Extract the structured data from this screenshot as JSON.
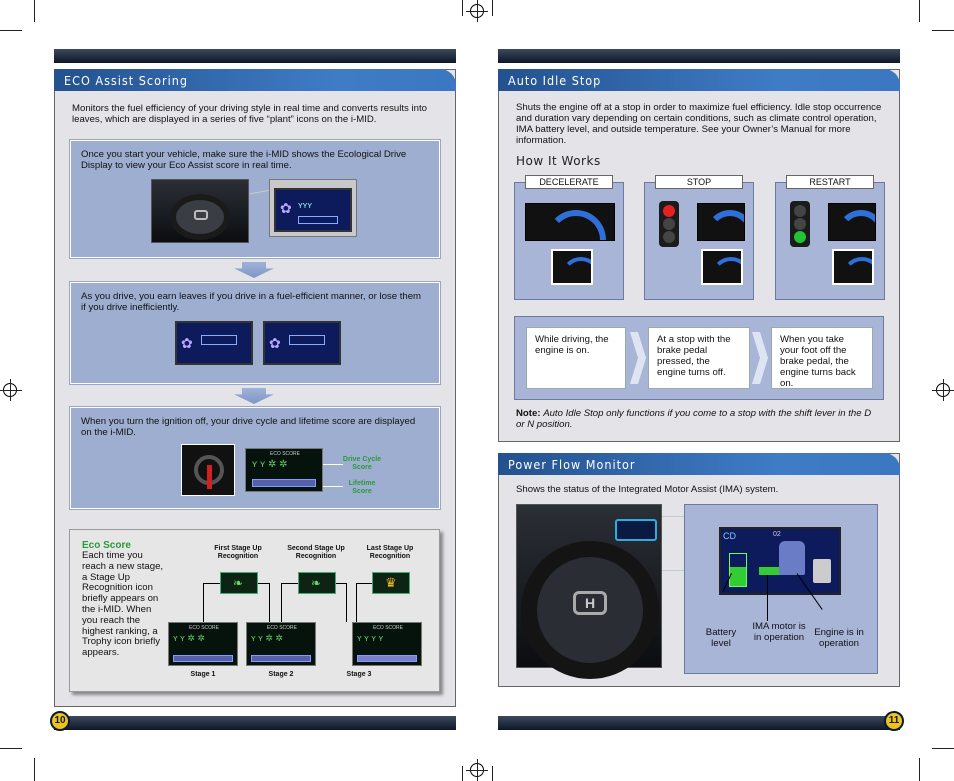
{
  "left": {
    "eco_heading": "ECO Assist Scoring",
    "intro": "Monitors the fuel efficiency of your driving style in real time and converts results into leaves, which are displayed in a series of five “plant” icons on the i-MID.",
    "box1_text": "Once you start your vehicle, make sure the i-MID shows the Ecological Drive Display to view your Eco Assist score in real time.",
    "box2_text": "As you drive, you earn leaves if you drive in a fuel-efficient manner, or lose them if you drive inefficiently.",
    "box3_text": "When you turn the ignition off, your drive cycle and lifetime score are displayed on the i-MID.",
    "drive_cycle_label": "Drive Cycle Score",
    "lifetime_label": "Lifetime Score",
    "eco_score_title": "Eco Score",
    "eco_score_text": "Each time you reach a new stage, a Stage Up Recognition icon briefly appears on the i-MID. When you reach the highest ranking, a Trophy icon briefly appears.",
    "recognition_labels": [
      "First Stage Up Recognition",
      "Second Stage Up Recognition",
      "Last Stage Up Recognition"
    ],
    "stage_labels": [
      "Stage 1",
      "Stage 2",
      "Stage 3"
    ],
    "screen_header": "ECO SCORE",
    "page_number": "10"
  },
  "right": {
    "idle_heading": "Auto Idle Stop",
    "idle_intro": "Shuts the engine off at a stop in order to maximize fuel efficiency. Idle stop occurrence and duration vary depending on certain conditions, such as climate control operation, IMA battery level, and outside temperature. See your Owner’s Manual for more information.",
    "how_heading": "How It Works",
    "phases": [
      "DECELERATE",
      "STOP",
      "RESTART"
    ],
    "steps": [
      "While driving, the engine is on.",
      "At a stop with the brake pedal pressed, the engine turns off.",
      "When you take your foot off the brake pedal, the engine turns back on."
    ],
    "note_label": "Note:",
    "note_text": "Auto Idle Stop only functions if you come to a stop with the shift lever in the D or N position.",
    "power_heading": "Power Flow Monitor",
    "power_intro": "Shows the status of the Integrated Motor Assist (IMA) system.",
    "callouts": [
      "Battery level",
      "IMA motor is in operation",
      "Engine is in operation"
    ],
    "screen_cd": "CD",
    "screen_track": "02",
    "page_number": "11"
  },
  "colors": {
    "header_blue": "#3f7cc6",
    "eco_green": "#2a9a3a",
    "page_badge": "#f0c31a"
  }
}
